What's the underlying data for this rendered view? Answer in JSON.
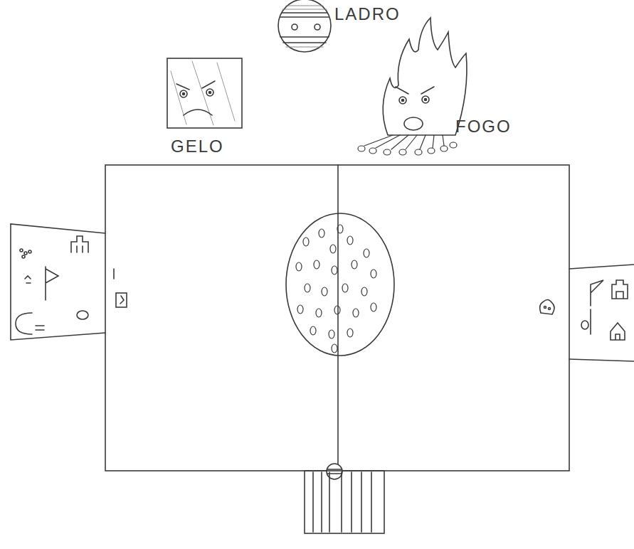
{
  "diagram": {
    "labels": [
      "LADRO",
      "GELO",
      "FOGO"
    ]
  }
}
